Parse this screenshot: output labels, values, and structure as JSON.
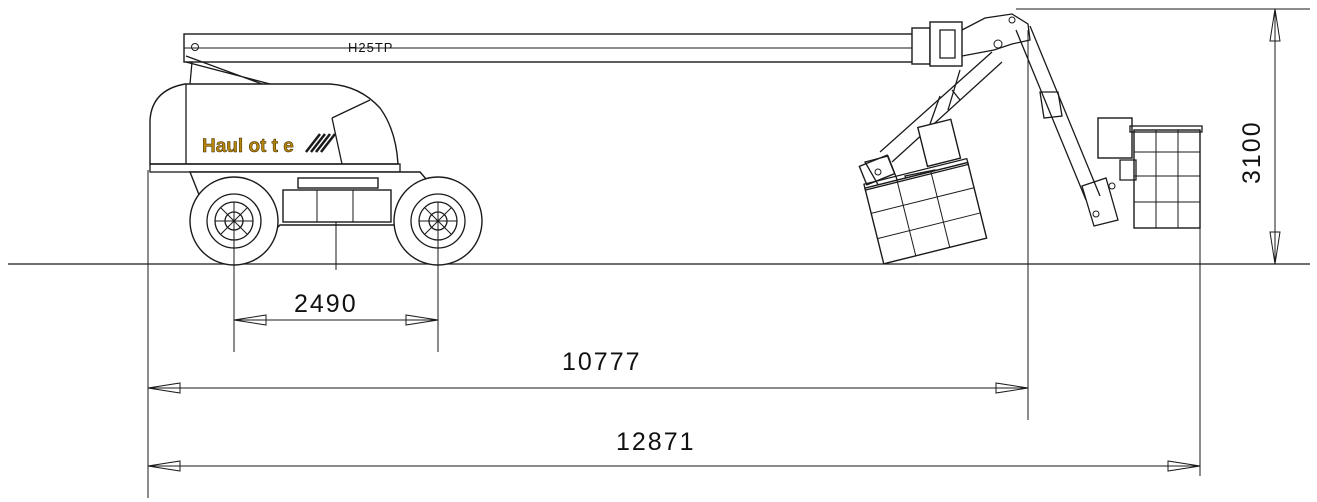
{
  "machine": {
    "model_label": "H25TP",
    "brand_label": "Haul ot t e",
    "brand_color": "#b8860b"
  },
  "dimensions": {
    "wheelbase": "2490",
    "outreach": "10777",
    "overall_length": "12871",
    "height": "3100"
  }
}
